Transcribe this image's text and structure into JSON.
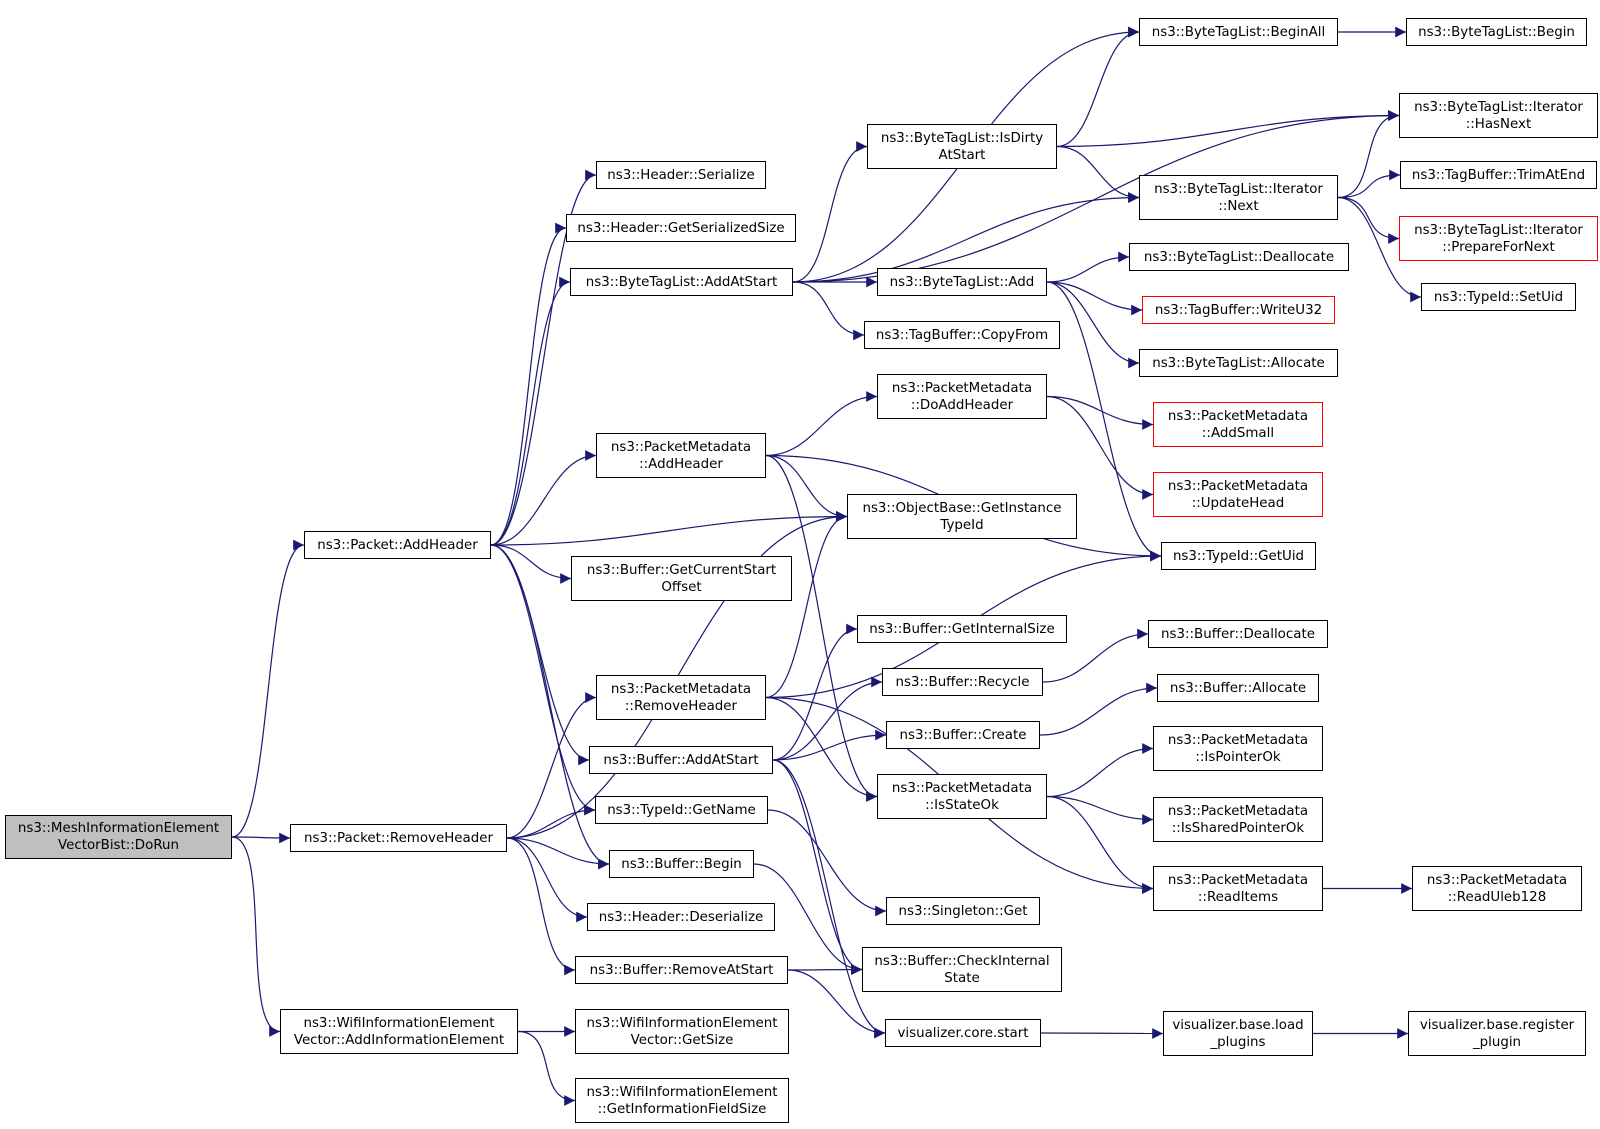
{
  "graph": {
    "root": "DoRun",
    "colors": {
      "edge": "#191970",
      "node_border": "#000000",
      "root_fill": "#bfbfbf",
      "undocumented_border": "#ff0000"
    },
    "nodes": {
      "DoRun": {
        "lines": [
          "ns3::MeshInformationElement",
          "VectorBist::DoRun"
        ]
      },
      "PacketAddHeader": {
        "lines": [
          "ns3::Packet::AddHeader"
        ]
      },
      "PacketRemoveHeader": {
        "lines": [
          "ns3::Packet::RemoveHeader"
        ]
      },
      "WifiAddIE": {
        "lines": [
          "ns3::WifiInformationElement",
          "Vector::AddInformationElement"
        ]
      },
      "HeaderSerialize": {
        "lines": [
          "ns3::Header::Serialize"
        ]
      },
      "HeaderGetSerializedSize": {
        "lines": [
          "ns3::Header::GetSerializedSize"
        ]
      },
      "BTLAddAtStart": {
        "lines": [
          "ns3::ByteTagList::AddAtStart"
        ]
      },
      "PMAddHeader": {
        "lines": [
          "ns3::PacketMetadata",
          "::AddHeader"
        ]
      },
      "BufGetCurrentStartOffset": {
        "lines": [
          "ns3::Buffer::GetCurrentStart",
          "Offset"
        ]
      },
      "PMRemoveHeader": {
        "lines": [
          "ns3::PacketMetadata",
          "::RemoveHeader"
        ]
      },
      "BufAddAtStart": {
        "lines": [
          "ns3::Buffer::AddAtStart"
        ]
      },
      "TypeIdGetName": {
        "lines": [
          "ns3::TypeId::GetName"
        ]
      },
      "BufBegin": {
        "lines": [
          "ns3::Buffer::Begin"
        ]
      },
      "HeaderDeserialize": {
        "lines": [
          "ns3::Header::Deserialize"
        ]
      },
      "BufRemoveAtStart": {
        "lines": [
          "ns3::Buffer::RemoveAtStart"
        ]
      },
      "WifiGetSize": {
        "lines": [
          "ns3::WifiInformationElement",
          "Vector::GetSize"
        ]
      },
      "WifiGetInfoFieldSize": {
        "lines": [
          "ns3::WifiInformationElement",
          "::GetInformationFieldSize"
        ]
      },
      "BTLIsDirtyAtStart": {
        "lines": [
          "ns3::ByteTagList::IsDirty",
          "AtStart"
        ]
      },
      "BTLAdd": {
        "lines": [
          "ns3::ByteTagList::Add"
        ]
      },
      "TagBufCopyFrom": {
        "lines": [
          "ns3::TagBuffer::CopyFrom"
        ]
      },
      "PMDoAddHeader": {
        "lines": [
          "ns3::PacketMetadata",
          "::DoAddHeader"
        ]
      },
      "ObjGetInstanceTypeId": {
        "lines": [
          "ns3::ObjectBase::GetInstance",
          "TypeId"
        ]
      },
      "BufGetInternalSize": {
        "lines": [
          "ns3::Buffer::GetInternalSize"
        ]
      },
      "BufRecycle": {
        "lines": [
          "ns3::Buffer::Recycle"
        ]
      },
      "BufCreate": {
        "lines": [
          "ns3::Buffer::Create"
        ]
      },
      "PMIsStateOk": {
        "lines": [
          "ns3::PacketMetadata",
          "::IsStateOk"
        ]
      },
      "SingletonGet": {
        "lines": [
          "ns3::Singleton::Get"
        ]
      },
      "BufCheckInternalState": {
        "lines": [
          "ns3::Buffer::CheckInternal",
          "State"
        ]
      },
      "VisCoreStart": {
        "lines": [
          "visualizer.core.start"
        ]
      },
      "BTLBeginAll": {
        "lines": [
          "ns3::ByteTagList::BeginAll"
        ]
      },
      "BTLIterNext": {
        "lines": [
          "ns3::ByteTagList::Iterator",
          "::Next"
        ]
      },
      "BTLDeallocate": {
        "lines": [
          "ns3::ByteTagList::Deallocate"
        ]
      },
      "TagBufWriteU32": {
        "lines": [
          "ns3::TagBuffer::WriteU32"
        ]
      },
      "BTLAllocate": {
        "lines": [
          "ns3::ByteTagList::Allocate"
        ]
      },
      "PMAddSmall": {
        "lines": [
          "ns3::PacketMetadata",
          "::AddSmall"
        ]
      },
      "PMUpdateHead": {
        "lines": [
          "ns3::PacketMetadata",
          "::UpdateHead"
        ]
      },
      "TypeIdGetUid": {
        "lines": [
          "ns3::TypeId::GetUid"
        ]
      },
      "BufDeallocate": {
        "lines": [
          "ns3::Buffer::Deallocate"
        ]
      },
      "BufAllocate": {
        "lines": [
          "ns3::Buffer::Allocate"
        ]
      },
      "PMIsPointerOk": {
        "lines": [
          "ns3::PacketMetadata",
          "::IsPointerOk"
        ]
      },
      "PMIsSharedPointerOk": {
        "lines": [
          "ns3::PacketMetadata",
          "::IsSharedPointerOk"
        ]
      },
      "PMReadItems": {
        "lines": [
          "ns3::PacketMetadata",
          "::ReadItems"
        ]
      },
      "VisBaseLoadPlugins": {
        "lines": [
          "visualizer.base.load",
          "_plugins"
        ]
      },
      "BTLBegin": {
        "lines": [
          "ns3::ByteTagList::Begin"
        ]
      },
      "BTLIterHasNext": {
        "lines": [
          "ns3::ByteTagList::Iterator",
          "::HasNext"
        ]
      },
      "TagBufTrimAtEnd": {
        "lines": [
          "ns3::TagBuffer::TrimAtEnd"
        ]
      },
      "BTLIterPrepareForNext": {
        "lines": [
          "ns3::ByteTagList::Iterator",
          "::PrepareForNext"
        ]
      },
      "TypeIdSetUid": {
        "lines": [
          "ns3::TypeId::SetUid"
        ]
      },
      "PMReadUleb128": {
        "lines": [
          "ns3::PacketMetadata",
          "::ReadUleb128"
        ]
      },
      "VisBaseRegisterPlugin": {
        "lines": [
          "visualizer.base.register",
          "_plugin"
        ]
      }
    },
    "undocumented": [
      "TagBufWriteU32",
      "PMAddSmall",
      "PMUpdateHead",
      "BTLIterPrepareForNext"
    ],
    "edges": [
      [
        "DoRun",
        "PacketAddHeader"
      ],
      [
        "DoRun",
        "PacketRemoveHeader"
      ],
      [
        "DoRun",
        "WifiAddIE"
      ],
      [
        "PacketAddHeader",
        "HeaderSerialize"
      ],
      [
        "PacketAddHeader",
        "HeaderGetSerializedSize"
      ],
      [
        "PacketAddHeader",
        "BTLAddAtStart"
      ],
      [
        "PacketAddHeader",
        "PMAddHeader"
      ],
      [
        "PacketAddHeader",
        "ObjGetInstanceTypeId"
      ],
      [
        "PacketAddHeader",
        "BufGetCurrentStartOffset"
      ],
      [
        "PacketAddHeader",
        "BufAddAtStart"
      ],
      [
        "PacketAddHeader",
        "TypeIdGetName"
      ],
      [
        "PacketAddHeader",
        "BufBegin"
      ],
      [
        "PacketRemoveHeader",
        "ObjGetInstanceTypeId"
      ],
      [
        "PacketRemoveHeader",
        "PMRemoveHeader"
      ],
      [
        "PacketRemoveHeader",
        "TypeIdGetName"
      ],
      [
        "PacketRemoveHeader",
        "BufBegin"
      ],
      [
        "PacketRemoveHeader",
        "HeaderDeserialize"
      ],
      [
        "PacketRemoveHeader",
        "BufRemoveAtStart"
      ],
      [
        "WifiAddIE",
        "WifiGetSize"
      ],
      [
        "WifiAddIE",
        "WifiGetInfoFieldSize"
      ],
      [
        "BTLAddAtStart",
        "BTLBeginAll"
      ],
      [
        "BTLAddAtStart",
        "BTLIterHasNext"
      ],
      [
        "BTLAddAtStart",
        "BTLIsDirtyAtStart"
      ],
      [
        "BTLAddAtStart",
        "BTLIterNext"
      ],
      [
        "BTLAddAtStart",
        "BTLAdd"
      ],
      [
        "BTLAddAtStart",
        "TagBufCopyFrom"
      ],
      [
        "BTLIsDirtyAtStart",
        "BTLBeginAll"
      ],
      [
        "BTLIsDirtyAtStart",
        "BTLIterHasNext"
      ],
      [
        "BTLIsDirtyAtStart",
        "BTLIterNext"
      ],
      [
        "BTLBeginAll",
        "BTLBegin"
      ],
      [
        "BTLIterNext",
        "BTLIterHasNext"
      ],
      [
        "BTLIterNext",
        "TagBufTrimAtEnd"
      ],
      [
        "BTLIterNext",
        "BTLIterPrepareForNext"
      ],
      [
        "BTLIterNext",
        "TypeIdSetUid"
      ],
      [
        "BTLAdd",
        "BTLDeallocate"
      ],
      [
        "BTLAdd",
        "TagBufWriteU32"
      ],
      [
        "BTLAdd",
        "BTLAllocate"
      ],
      [
        "BTLAdd",
        "TypeIdGetUid"
      ],
      [
        "PMAddHeader",
        "PMDoAddHeader"
      ],
      [
        "PMAddHeader",
        "TypeIdGetUid"
      ],
      [
        "PMAddHeader",
        "ObjGetInstanceTypeId"
      ],
      [
        "PMAddHeader",
        "PMIsStateOk"
      ],
      [
        "PMDoAddHeader",
        "PMAddSmall"
      ],
      [
        "PMDoAddHeader",
        "PMUpdateHead"
      ],
      [
        "PMRemoveHeader",
        "ObjGetInstanceTypeId"
      ],
      [
        "PMRemoveHeader",
        "TypeIdGetUid"
      ],
      [
        "PMRemoveHeader",
        "PMIsStateOk"
      ],
      [
        "PMRemoveHeader",
        "PMReadItems"
      ],
      [
        "BufAddAtStart",
        "BufGetInternalSize"
      ],
      [
        "BufAddAtStart",
        "BufRecycle"
      ],
      [
        "BufAddAtStart",
        "BufCreate"
      ],
      [
        "BufAddAtStart",
        "BufCheckInternalState"
      ],
      [
        "BufAddAtStart",
        "VisCoreStart"
      ],
      [
        "BufRecycle",
        "BufDeallocate"
      ],
      [
        "BufCreate",
        "BufAllocate"
      ],
      [
        "PMIsStateOk",
        "PMIsPointerOk"
      ],
      [
        "PMIsStateOk",
        "PMIsSharedPointerOk"
      ],
      [
        "PMIsStateOk",
        "PMReadItems"
      ],
      [
        "PMReadItems",
        "PMReadUleb128"
      ],
      [
        "TypeIdGetName",
        "SingletonGet"
      ],
      [
        "BufBegin",
        "BufCheckInternalState"
      ],
      [
        "BufRemoveAtStart",
        "BufCheckInternalState"
      ],
      [
        "BufRemoveAtStart",
        "VisCoreStart"
      ],
      [
        "VisCoreStart",
        "VisBaseLoadPlugins"
      ],
      [
        "VisBaseLoadPlugins",
        "VisBaseRegisterPlugin"
      ]
    ]
  }
}
